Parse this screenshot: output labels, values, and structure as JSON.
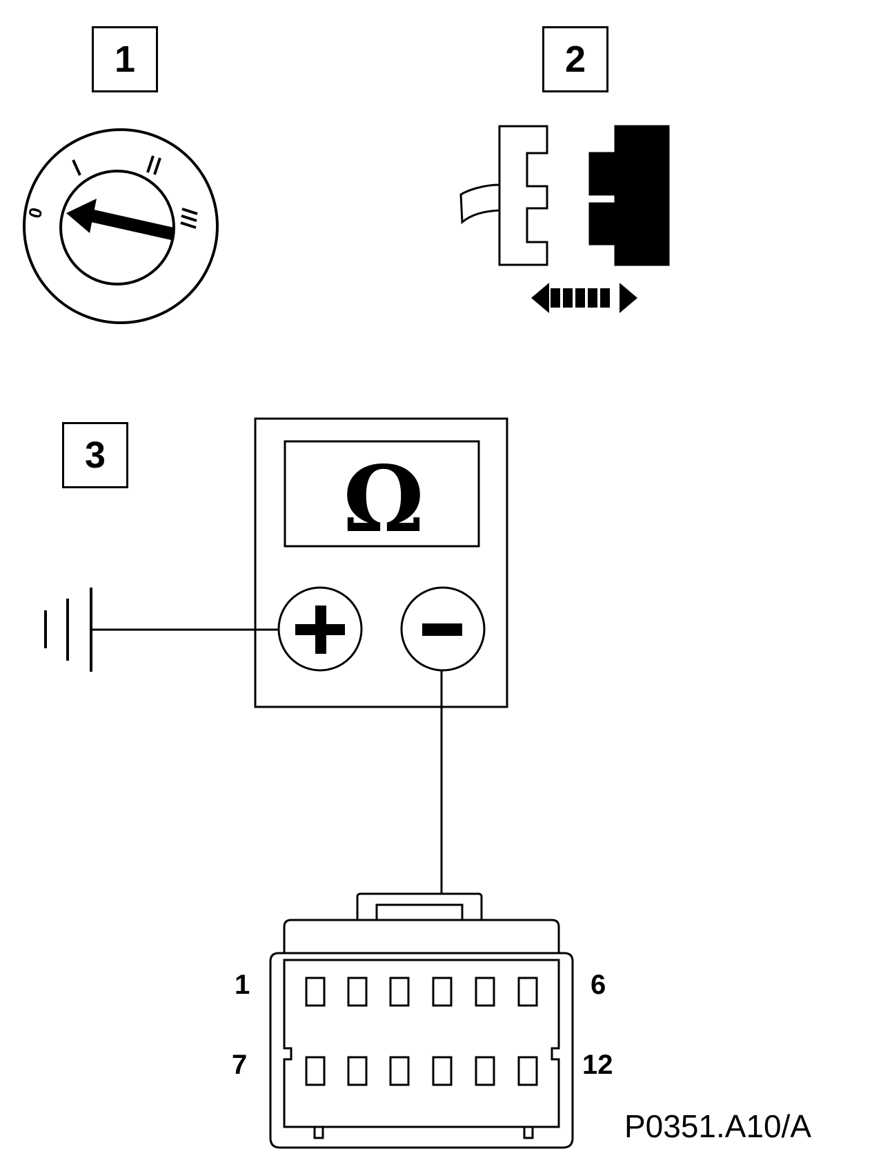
{
  "steps": [
    {
      "number": "1"
    },
    {
      "number": "2"
    },
    {
      "number": "3"
    }
  ],
  "ignition_switch": {
    "positions": [
      "0",
      "I",
      "II",
      "III"
    ],
    "selected": "0"
  },
  "multimeter": {
    "mode_symbol": "Ω",
    "plus_terminal": "+",
    "minus_terminal": "−"
  },
  "connector": {
    "pin_labels": [
      "1",
      "6",
      "7",
      "12"
    ],
    "probe_row": 1,
    "probe_pin": 4
  },
  "figure_reference": "P0351.A10/A",
  "colors": {
    "ink": "#000000",
    "paper": "#ffffff"
  },
  "icons": [
    "ignition-key-icon",
    "ground-symbol-icon",
    "connector-icon",
    "double-arrow-icon"
  ]
}
